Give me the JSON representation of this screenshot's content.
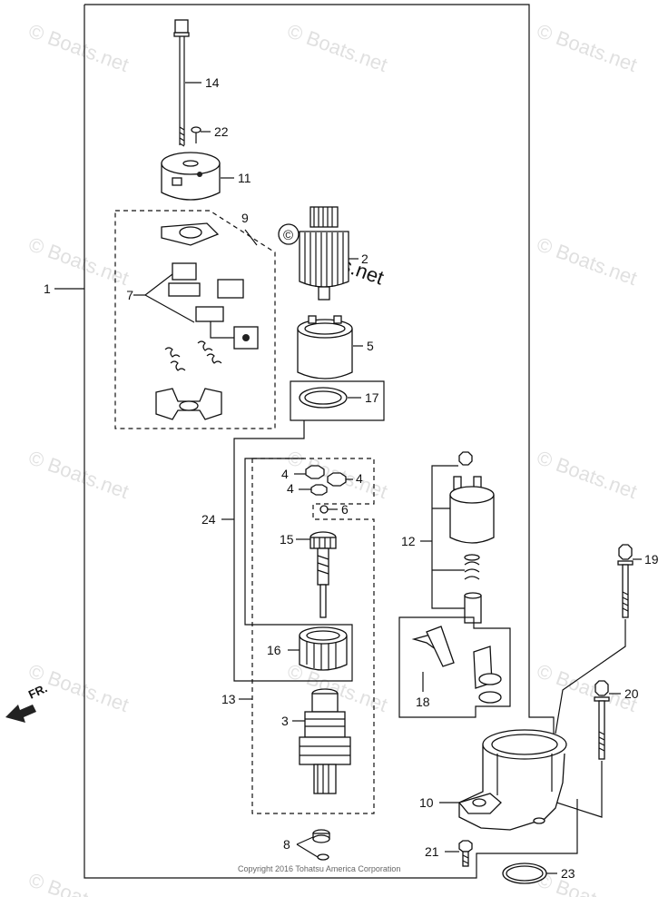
{
  "watermark": {
    "text": "© Boats.net",
    "center_mark_symbol": "©",
    "center_mark_text": "Boats.net"
  },
  "copyright": "Copyright 2016 Tohatsu America Corporation",
  "front_marker": "FR.",
  "callouts": {
    "p1": "1",
    "p2": "2",
    "p3": "3",
    "p4a": "4",
    "p4b": "4",
    "p4c": "4",
    "p5": "5",
    "p6": "6",
    "p7": "7",
    "p8": "8",
    "p9": "9",
    "p10": "10",
    "p11": "11",
    "p12": "12",
    "p13": "13",
    "p14": "14",
    "p15": "15",
    "p16": "16",
    "p17": "17",
    "p18": "18",
    "p19": "19",
    "p20": "20",
    "p21": "21",
    "p22": "22",
    "p23": "23",
    "p24": "24"
  }
}
